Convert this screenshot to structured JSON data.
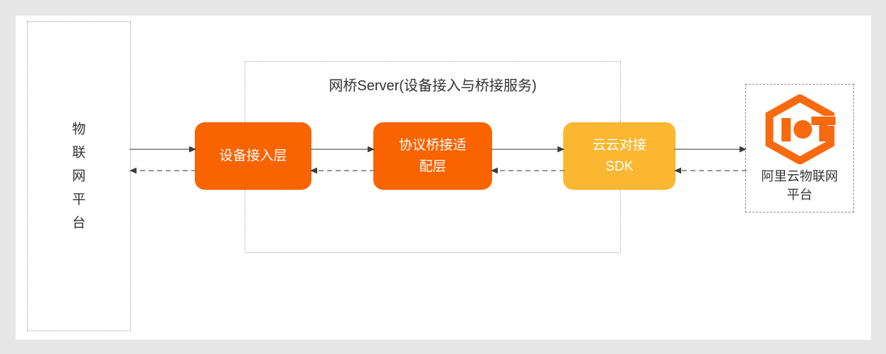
{
  "page": {
    "background_color": "#e6e6e6",
    "panel_color": "#ffffff"
  },
  "colors": {
    "orange_strong": "#f96300",
    "orange_light": "#fbb731",
    "logo_orange": "#f96a10",
    "text_dark": "#333333",
    "line_gray": "#767676",
    "dotted_border": "#9a9a9a"
  },
  "left_platform": {
    "name": "iot-platform",
    "label_chars": [
      "物",
      "联",
      "网",
      "平",
      "台"
    ],
    "full_label": "物联网平台",
    "border_style": "dotted"
  },
  "bridge_server": {
    "title": "网桥Server(设备接入与桥接服务)",
    "border_style": "dotted",
    "boxes": [
      {
        "id": "device-access",
        "lines": [
          "设备接入层"
        ],
        "label": "设备接入层",
        "fill": "#f96300"
      },
      {
        "id": "protocol-bridge",
        "lines": [
          "协议桥接适",
          "配层"
        ],
        "label": "协议桥接适配层",
        "fill": "#f96300"
      },
      {
        "id": "cloud-sdk",
        "lines": [
          "云云对接",
          "SDK"
        ],
        "label": "云云对接SDK",
        "fill": "#fbb731"
      }
    ]
  },
  "right_platform": {
    "name": "aliyun-iot-platform",
    "logo": "iot-hexagon-logo",
    "label_lines": [
      "阿里云物联网",
      "平台"
    ],
    "full_label": "阿里云物联网平台",
    "border_style": "dashed"
  },
  "connectors": [
    {
      "id": "conn-1",
      "from": "iot-platform",
      "to": "device-access",
      "forward": {
        "style": "solid",
        "direction": "right"
      },
      "reverse": {
        "style": "dashed",
        "direction": "left"
      }
    },
    {
      "id": "conn-2",
      "from": "device-access",
      "to": "protocol-bridge",
      "forward": {
        "style": "solid",
        "direction": "right"
      },
      "reverse": {
        "style": "dashed",
        "direction": "left"
      }
    },
    {
      "id": "conn-3",
      "from": "protocol-bridge",
      "to": "cloud-sdk",
      "forward": {
        "style": "solid",
        "direction": "right"
      },
      "reverse": {
        "style": "dashed",
        "direction": "left"
      }
    },
    {
      "id": "conn-4",
      "from": "cloud-sdk",
      "to": "aliyun-iot-platform",
      "forward": {
        "style": "solid",
        "direction": "right"
      },
      "reverse": {
        "style": "dashed",
        "direction": "left"
      }
    }
  ]
}
